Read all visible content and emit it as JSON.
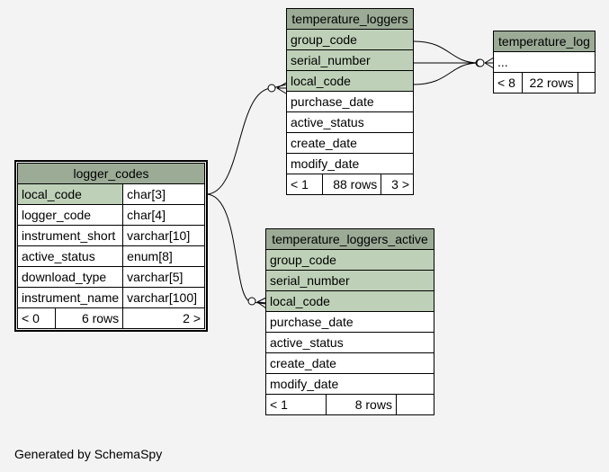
{
  "tables": {
    "temperature_loggers": {
      "name": "temperature_loggers",
      "columns": [
        "group_code",
        "serial_number",
        "local_code",
        "purchase_date",
        "active_status",
        "create_date",
        "modify_date"
      ],
      "footer": {
        "parents": "< 1",
        "rows": "88 rows",
        "children": "3 >"
      }
    },
    "temperature_log": {
      "name": "temperature_log",
      "columns": [
        "..."
      ],
      "footer": {
        "parents": "< 8",
        "rows": "22 rows",
        "children": ""
      }
    },
    "logger_codes": {
      "name": "logger_codes",
      "columns": [
        {
          "name": "local_code",
          "type": "char[3]"
        },
        {
          "name": "logger_code",
          "type": "char[4]"
        },
        {
          "name": "instrument_short",
          "type": "varchar[10]"
        },
        {
          "name": "active_status",
          "type": "enum[8]"
        },
        {
          "name": "download_type",
          "type": "varchar[5]"
        },
        {
          "name": "instrument_name",
          "type": "varchar[100]"
        }
      ],
      "footer": {
        "parents": "< 0",
        "rows": "6 rows",
        "children": "2 >"
      }
    },
    "temperature_loggers_active": {
      "name": "temperature_loggers_active",
      "columns": [
        "group_code",
        "serial_number",
        "local_code",
        "purchase_date",
        "active_status",
        "create_date",
        "modify_date"
      ],
      "footer": {
        "parents": "< 1",
        "rows": "8 rows",
        "children": ""
      }
    }
  },
  "footer_text": "Generated by SchemaSpy",
  "colors": {
    "header": "#9bab96",
    "key": "#bed1b8",
    "background": "#f3f3f3"
  }
}
